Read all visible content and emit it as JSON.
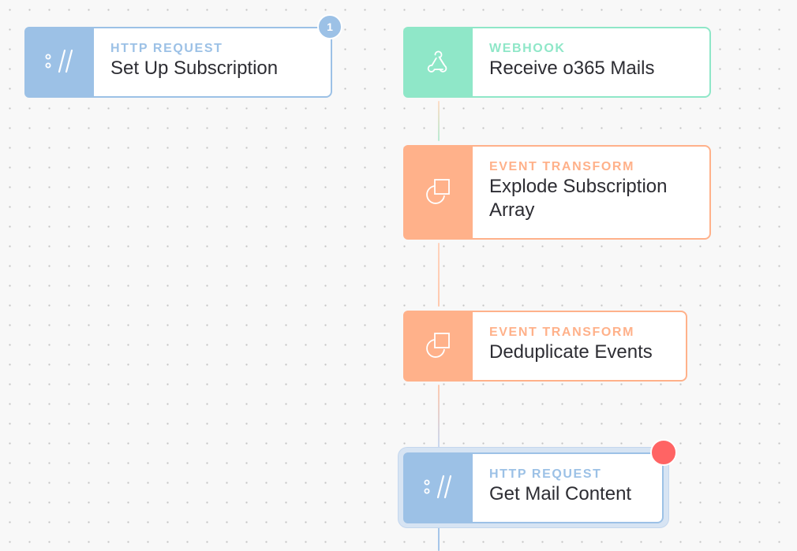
{
  "colors": {
    "http": "#9cc1e6",
    "http_text": "#9cc1e6",
    "webhook": "#8fe7c8",
    "webhook_text": "#8fe7c8",
    "transform": "#ffb18a",
    "transform_text": "#ffb18a",
    "badge_count": "#9cc1e6",
    "badge_error": "#ff6464",
    "halo": "#d7e4f3"
  },
  "nodes": [
    {
      "kind": "HTTP REQUEST",
      "title": "Set Up Subscription",
      "icon": "http-request-icon",
      "badge": "1",
      "selected": false
    },
    {
      "kind": "WEBHOOK",
      "title": "Receive o365 Mails",
      "icon": "webhook-icon",
      "selected": false
    },
    {
      "kind": "EVENT TRANSFORM",
      "title": "Explode Subscription Array",
      "icon": "event-transform-icon",
      "selected": false
    },
    {
      "kind": "EVENT TRANSFORM",
      "title": "Deduplicate Events",
      "icon": "event-transform-icon",
      "selected": false
    },
    {
      "kind": "HTTP REQUEST",
      "title": "Get Mail Content",
      "icon": "http-request-icon",
      "selected": true,
      "error": true
    }
  ],
  "connections": [
    {
      "from": 1,
      "to": 2
    },
    {
      "from": 2,
      "to": 3
    },
    {
      "from": 3,
      "to": 4
    },
    {
      "from": 4,
      "to": "offscreen"
    }
  ]
}
